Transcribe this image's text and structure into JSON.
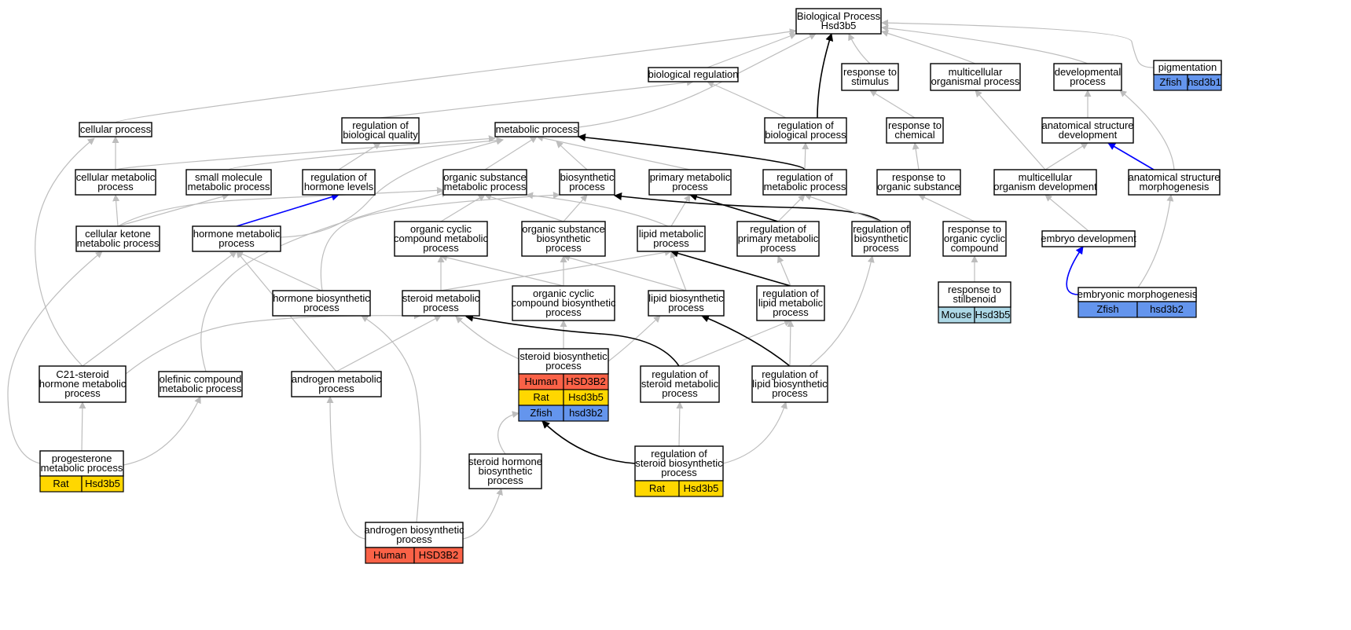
{
  "colors": {
    "edge_default": "#bdbdbd",
    "edge_black": "#000000",
    "edge_blue": "#0000ff",
    "Human": "#fa6247",
    "Rat": "#ffd700",
    "Zfish": "#6495ed",
    "Mouse": "#add8e6"
  },
  "nodes": [
    {
      "id": "bp_root",
      "lines": [
        "Biological Process",
        "Hsd3b5"
      ],
      "annotations": []
    },
    {
      "id": "pigmentation",
      "lines": [
        "pigmentation"
      ],
      "annotations": [
        {
          "species": "Zfish",
          "gene": "hsd3b1"
        }
      ]
    },
    {
      "id": "biological_regulation",
      "lines": [
        "biological regulation"
      ],
      "annotations": []
    },
    {
      "id": "response_to_stimulus",
      "lines": [
        "response to",
        "stimulus"
      ],
      "annotations": []
    },
    {
      "id": "multicellular_organismal_process",
      "lines": [
        "multicellular",
        "organismal process"
      ],
      "annotations": []
    },
    {
      "id": "developmental_process",
      "lines": [
        "developmental",
        "process"
      ],
      "annotations": []
    },
    {
      "id": "cellular_process",
      "lines": [
        "cellular process"
      ],
      "annotations": []
    },
    {
      "id": "regulation_of_biological_quality",
      "lines": [
        "regulation of",
        "biological quality"
      ],
      "annotations": []
    },
    {
      "id": "metabolic_process",
      "lines": [
        "metabolic process"
      ],
      "annotations": []
    },
    {
      "id": "regulation_of_biological_process",
      "lines": [
        "regulation of",
        "biological process"
      ],
      "annotations": []
    },
    {
      "id": "response_to_chemical",
      "lines": [
        "response to",
        "chemical"
      ],
      "annotations": []
    },
    {
      "id": "anatomical_structure_development",
      "lines": [
        "anatomical structure",
        "development"
      ],
      "annotations": []
    },
    {
      "id": "cellular_metabolic_process",
      "lines": [
        "cellular metabolic",
        "process"
      ],
      "annotations": []
    },
    {
      "id": "small_molecule_metabolic_process",
      "lines": [
        "small molecule",
        "metabolic process"
      ],
      "annotations": []
    },
    {
      "id": "regulation_of_hormone_levels",
      "lines": [
        "regulation of",
        "hormone levels"
      ],
      "annotations": []
    },
    {
      "id": "organic_substance_metabolic_process",
      "lines": [
        "organic substance",
        "metabolic process"
      ],
      "annotations": []
    },
    {
      "id": "biosynthetic_process",
      "lines": [
        "biosynthetic",
        "process"
      ],
      "annotations": []
    },
    {
      "id": "primary_metabolic_process",
      "lines": [
        "primary metabolic",
        "process"
      ],
      "annotations": []
    },
    {
      "id": "regulation_of_metabolic_process",
      "lines": [
        "regulation of",
        "metabolic process"
      ],
      "annotations": []
    },
    {
      "id": "response_to_organic_substance",
      "lines": [
        "response to",
        "organic substance"
      ],
      "annotations": []
    },
    {
      "id": "multicellular_organism_development",
      "lines": [
        "multicellular",
        "organism development"
      ],
      "annotations": []
    },
    {
      "id": "anatomical_structure_morphogenesis",
      "lines": [
        "anatomical structure",
        "morphogenesis"
      ],
      "annotations": []
    },
    {
      "id": "cellular_ketone_metabolic_process",
      "lines": [
        "cellular ketone",
        "metabolic process"
      ],
      "annotations": []
    },
    {
      "id": "hormone_metabolic_process",
      "lines": [
        "hormone metabolic",
        "process"
      ],
      "annotations": []
    },
    {
      "id": "organic_cyclic_compound_metabolic_process",
      "lines": [
        "organic cyclic",
        "compound metabolic",
        "process"
      ],
      "annotations": []
    },
    {
      "id": "organic_substance_biosynthetic_process",
      "lines": [
        "organic substance",
        "biosynthetic",
        "process"
      ],
      "annotations": []
    },
    {
      "id": "lipid_metabolic_process",
      "lines": [
        "lipid metabolic",
        "process"
      ],
      "annotations": []
    },
    {
      "id": "regulation_of_primary_metabolic_process",
      "lines": [
        "regulation of",
        "primary metabolic",
        "process"
      ],
      "annotations": []
    },
    {
      "id": "regulation_of_biosynthetic_process",
      "lines": [
        "regulation of",
        "biosynthetic",
        "process"
      ],
      "annotations": []
    },
    {
      "id": "response_to_organic_cyclic_compound",
      "lines": [
        "response to",
        "organic cyclic",
        "compound"
      ],
      "annotations": []
    },
    {
      "id": "embryo_development",
      "lines": [
        "embryo development"
      ],
      "annotations": []
    },
    {
      "id": "hormone_biosynthetic_process",
      "lines": [
        "hormone biosynthetic",
        "process"
      ],
      "annotations": []
    },
    {
      "id": "steroid_metabolic_process",
      "lines": [
        "steroid metabolic",
        "process"
      ],
      "annotations": []
    },
    {
      "id": "organic_cyclic_compound_biosynthetic_process",
      "lines": [
        "organic cyclic",
        "compound biosynthetic",
        "process"
      ],
      "annotations": []
    },
    {
      "id": "lipid_biosynthetic_process",
      "lines": [
        "lipid biosynthetic",
        "process"
      ],
      "annotations": []
    },
    {
      "id": "regulation_of_lipid_metabolic_process",
      "lines": [
        "regulation of",
        "lipid metabolic",
        "process"
      ],
      "annotations": []
    },
    {
      "id": "response_to_stilbenoid",
      "lines": [
        "response to",
        "stilbenoid"
      ],
      "annotations": [
        {
          "species": "Mouse",
          "gene": "Hsd3b5"
        }
      ]
    },
    {
      "id": "embryonic_morphogenesis",
      "lines": [
        "embryonic morphogenesis"
      ],
      "annotations": [
        {
          "species": "Zfish",
          "gene": "hsd3b2"
        }
      ]
    },
    {
      "id": "steroid_biosynthetic_process",
      "lines": [
        "steroid biosynthetic",
        "process"
      ],
      "annotations": [
        {
          "species": "Human",
          "gene": "HSD3B2"
        },
        {
          "species": "Rat",
          "gene": "Hsd3b5"
        },
        {
          "species": "Zfish",
          "gene": "hsd3b2"
        }
      ]
    },
    {
      "id": "c21_steroid_hormone_metabolic_process",
      "lines": [
        "C21-steroid",
        "hormone metabolic",
        "process"
      ],
      "annotations": []
    },
    {
      "id": "olefinic_compound_metabolic_process",
      "lines": [
        "olefinic compound",
        "metabolic process"
      ],
      "annotations": []
    },
    {
      "id": "androgen_metabolic_process",
      "lines": [
        "androgen metabolic",
        "process"
      ],
      "annotations": []
    },
    {
      "id": "regulation_of_steroid_metabolic_process",
      "lines": [
        "regulation of",
        "steroid metabolic",
        "process"
      ],
      "annotations": []
    },
    {
      "id": "regulation_of_lipid_biosynthetic_process",
      "lines": [
        "regulation of",
        "lipid biosynthetic",
        "process"
      ],
      "annotations": []
    },
    {
      "id": "progesterone_metabolic_process",
      "lines": [
        "progesterone",
        "metabolic process"
      ],
      "annotations": [
        {
          "species": "Rat",
          "gene": "Hsd3b5"
        }
      ]
    },
    {
      "id": "steroid_hormone_biosynthetic_process",
      "lines": [
        "steroid hormone",
        "biosynthetic",
        "process"
      ],
      "annotations": []
    },
    {
      "id": "regulation_of_steroid_biosynthetic_process",
      "lines": [
        "regulation of",
        "steroid biosynthetic",
        "process"
      ],
      "annotations": [
        {
          "species": "Rat",
          "gene": "Hsd3b5"
        }
      ]
    },
    {
      "id": "androgen_biosynthetic_process",
      "lines": [
        "androgen biosynthetic",
        "process"
      ],
      "annotations": [
        {
          "species": "Human",
          "gene": "HSD3B2"
        }
      ]
    }
  ],
  "edges": [
    {
      "from": "pigmentation",
      "to": "bp_root",
      "type": "is_a"
    },
    {
      "from": "biological_regulation",
      "to": "bp_root",
      "type": "is_a"
    },
    {
      "from": "response_to_stimulus",
      "to": "bp_root",
      "type": "is_a"
    },
    {
      "from": "multicellular_organismal_process",
      "to": "bp_root",
      "type": "is_a"
    },
    {
      "from": "developmental_process",
      "to": "bp_root",
      "type": "is_a"
    },
    {
      "from": "cellular_process",
      "to": "bp_root",
      "type": "is_a"
    },
    {
      "from": "metabolic_process",
      "to": "bp_root",
      "type": "is_a"
    },
    {
      "from": "regulation_of_biological_process",
      "to": "bp_root",
      "type": "regulates"
    },
    {
      "from": "regulation_of_biological_process",
      "to": "biological_regulation",
      "type": "is_a"
    },
    {
      "from": "regulation_of_biological_quality",
      "to": "biological_regulation",
      "type": "is_a"
    },
    {
      "from": "response_to_chemical",
      "to": "response_to_stimulus",
      "type": "is_a"
    },
    {
      "from": "response_to_organic_substance",
      "to": "response_to_chemical",
      "type": "is_a"
    },
    {
      "from": "response_to_organic_cyclic_compound",
      "to": "response_to_organic_substance",
      "type": "is_a"
    },
    {
      "from": "response_to_stilbenoid",
      "to": "response_to_organic_cyclic_compound",
      "type": "is_a"
    },
    {
      "from": "anatomical_structure_development",
      "to": "developmental_process",
      "type": "is_a"
    },
    {
      "from": "anatomical_structure_morphogenesis",
      "to": "developmental_process",
      "type": "is_a"
    },
    {
      "from": "anatomical_structure_morphogenesis",
      "to": "anatomical_structure_development",
      "type": "part_of"
    },
    {
      "from": "multicellular_organism_development",
      "to": "anatomical_structure_development",
      "type": "is_a"
    },
    {
      "from": "multicellular_organism_development",
      "to": "multicellular_organismal_process",
      "type": "is_a"
    },
    {
      "from": "embryo_development",
      "to": "multicellular_organism_development",
      "type": "is_a"
    },
    {
      "from": "embryonic_morphogenesis",
      "to": "embryo_development",
      "type": "part_of"
    },
    {
      "from": "embryonic_morphogenesis",
      "to": "anatomical_structure_morphogenesis",
      "type": "is_a"
    },
    {
      "from": "cellular_metabolic_process",
      "to": "cellular_process",
      "type": "is_a"
    },
    {
      "from": "cellular_metabolic_process",
      "to": "metabolic_process",
      "type": "is_a"
    },
    {
      "from": "small_molecule_metabolic_process",
      "to": "metabolic_process",
      "type": "is_a"
    },
    {
      "from": "organic_substance_metabolic_process",
      "to": "metabolic_process",
      "type": "is_a"
    },
    {
      "from": "biosynthetic_process",
      "to": "metabolic_process",
      "type": "is_a"
    },
    {
      "from": "primary_metabolic_process",
      "to": "metabolic_process",
      "type": "is_a"
    },
    {
      "from": "regulation_of_metabolic_process",
      "to": "metabolic_process",
      "type": "regulates"
    },
    {
      "from": "regulation_of_metabolic_process",
      "to": "regulation_of_biological_process",
      "type": "is_a"
    },
    {
      "from": "regulation_of_hormone_levels",
      "to": "regulation_of_biological_quality",
      "type": "is_a"
    },
    {
      "from": "cellular_ketone_metabolic_process",
      "to": "cellular_metabolic_process",
      "type": "is_a"
    },
    {
      "from": "cellular_ketone_metabolic_process",
      "to": "small_molecule_metabolic_process",
      "type": "is_a"
    },
    {
      "from": "cellular_ketone_metabolic_process",
      "to": "organic_substance_metabolic_process",
      "type": "is_a"
    },
    {
      "from": "hormone_metabolic_process",
      "to": "metabolic_process",
      "type": "is_a"
    },
    {
      "from": "hormone_metabolic_process",
      "to": "regulation_of_hormone_levels",
      "type": "part_of"
    },
    {
      "from": "organic_cyclic_compound_metabolic_process",
      "to": "organic_substance_metabolic_process",
      "type": "is_a"
    },
    {
      "from": "organic_substance_biosynthetic_process",
      "to": "organic_substance_metabolic_process",
      "type": "is_a"
    },
    {
      "from": "organic_substance_biosynthetic_process",
      "to": "biosynthetic_process",
      "type": "is_a"
    },
    {
      "from": "lipid_metabolic_process",
      "to": "primary_metabolic_process",
      "type": "is_a"
    },
    {
      "from": "lipid_metabolic_process",
      "to": "organic_substance_metabolic_process",
      "type": "is_a"
    },
    {
      "from": "regulation_of_primary_metabolic_process",
      "to": "primary_metabolic_process",
      "type": "regulates"
    },
    {
      "from": "regulation_of_primary_metabolic_process",
      "to": "regulation_of_metabolic_process",
      "type": "is_a"
    },
    {
      "from": "regulation_of_biosynthetic_process",
      "to": "biosynthetic_process",
      "type": "regulates"
    },
    {
      "from": "regulation_of_biosynthetic_process",
      "to": "regulation_of_metabolic_process",
      "type": "is_a"
    },
    {
      "from": "hormone_biosynthetic_process",
      "to": "hormone_metabolic_process",
      "type": "is_a"
    },
    {
      "from": "hormone_biosynthetic_process",
      "to": "biosynthetic_process",
      "type": "is_a"
    },
    {
      "from": "steroid_metabolic_process",
      "to": "organic_cyclic_compound_metabolic_process",
      "type": "is_a"
    },
    {
      "from": "steroid_metabolic_process",
      "to": "lipid_metabolic_process",
      "type": "is_a"
    },
    {
      "from": "organic_cyclic_compound_biosynthetic_process",
      "to": "organic_cyclic_compound_metabolic_process",
      "type": "is_a"
    },
    {
      "from": "organic_cyclic_compound_biosynthetic_process",
      "to": "organic_substance_biosynthetic_process",
      "type": "is_a"
    },
    {
      "from": "lipid_biosynthetic_process",
      "to": "lipid_metabolic_process",
      "type": "is_a"
    },
    {
      "from": "lipid_biosynthetic_process",
      "to": "organic_substance_biosynthetic_process",
      "type": "is_a"
    },
    {
      "from": "regulation_of_lipid_metabolic_process",
      "to": "lipid_metabolic_process",
      "type": "regulates"
    },
    {
      "from": "regulation_of_lipid_metabolic_process",
      "to": "regulation_of_primary_metabolic_process",
      "type": "is_a"
    },
    {
      "from": "steroid_biosynthetic_process",
      "to": "steroid_metabolic_process",
      "type": "is_a"
    },
    {
      "from": "steroid_biosynthetic_process",
      "to": "organic_cyclic_compound_biosynthetic_process",
      "type": "is_a"
    },
    {
      "from": "steroid_biosynthetic_process",
      "to": "lipid_biosynthetic_process",
      "type": "is_a"
    },
    {
      "from": "c21_steroid_hormone_metabolic_process",
      "to": "cellular_process",
      "type": "is_a"
    },
    {
      "from": "c21_steroid_hormone_metabolic_process",
      "to": "hormone_metabolic_process",
      "type": "is_a"
    },
    {
      "from": "c21_steroid_hormone_metabolic_process",
      "to": "steroid_metabolic_process",
      "type": "is_a"
    },
    {
      "from": "olefinic_compound_metabolic_process",
      "to": "organic_substance_metabolic_process",
      "type": "is_a"
    },
    {
      "from": "androgen_metabolic_process",
      "to": "hormone_metabolic_process",
      "type": "is_a"
    },
    {
      "from": "androgen_metabolic_process",
      "to": "steroid_metabolic_process",
      "type": "is_a"
    },
    {
      "from": "regulation_of_steroid_metabolic_process",
      "to": "steroid_metabolic_process",
      "type": "regulates"
    },
    {
      "from": "regulation_of_steroid_metabolic_process",
      "to": "regulation_of_lipid_metabolic_process",
      "type": "is_a"
    },
    {
      "from": "regulation_of_lipid_biosynthetic_process",
      "to": "lipid_biosynthetic_process",
      "type": "regulates"
    },
    {
      "from": "regulation_of_lipid_biosynthetic_process",
      "to": "regulation_of_lipid_metabolic_process",
      "type": "is_a"
    },
    {
      "from": "regulation_of_lipid_biosynthetic_process",
      "to": "regulation_of_biosynthetic_process",
      "type": "is_a"
    },
    {
      "from": "progesterone_metabolic_process",
      "to": "c21_steroid_hormone_metabolic_process",
      "type": "is_a"
    },
    {
      "from": "progesterone_metabolic_process",
      "to": "olefinic_compound_metabolic_process",
      "type": "is_a"
    },
    {
      "from": "progesterone_metabolic_process",
      "to": "cellular_ketone_metabolic_process",
      "type": "is_a"
    },
    {
      "from": "steroid_hormone_biosynthetic_process",
      "to": "steroid_biosynthetic_process",
      "type": "is_a"
    },
    {
      "from": "regulation_of_steroid_biosynthetic_process",
      "to": "steroid_biosynthetic_process",
      "type": "regulates"
    },
    {
      "from": "regulation_of_steroid_biosynthetic_process",
      "to": "regulation_of_steroid_metabolic_process",
      "type": "is_a"
    },
    {
      "from": "regulation_of_steroid_biosynthetic_process",
      "to": "regulation_of_lipid_biosynthetic_process",
      "type": "is_a"
    },
    {
      "from": "androgen_biosynthetic_process",
      "to": "steroid_hormone_biosynthetic_process",
      "type": "is_a"
    },
    {
      "from": "androgen_biosynthetic_process",
      "to": "androgen_metabolic_process",
      "type": "is_a"
    },
    {
      "from": "androgen_biosynthetic_process",
      "to": "hormone_biosynthetic_process",
      "type": "is_a"
    }
  ]
}
